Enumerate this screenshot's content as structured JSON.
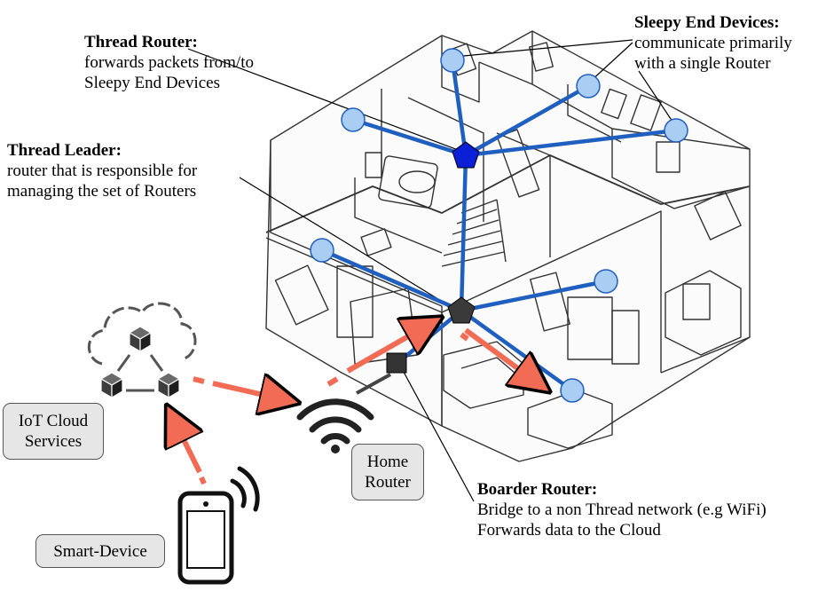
{
  "annotations": {
    "thread_router": {
      "title": "Thread Router:",
      "lines": [
        "forwards packets from/to",
        "Sleepy End Devices"
      ]
    },
    "sleepy_end_devices": {
      "title": "Sleepy End Devices:",
      "lines": [
        "communicate primarily",
        "with a single Router"
      ]
    },
    "thread_leader": {
      "title": "Thread Leader:",
      "lines": [
        "router that is responsible for",
        "managing the set of Routers"
      ]
    },
    "border_router": {
      "title": "Boarder Router:",
      "lines": [
        "Bridge to a non Thread network (e.g WiFi)",
        "Forwards data to the Cloud"
      ]
    }
  },
  "labels": {
    "iot_cloud": [
      "IoT Cloud",
      "Services"
    ],
    "home_router": [
      "Home",
      "Router"
    ],
    "smart_device": "Smart-Device"
  },
  "colors": {
    "mesh_link": "#1f5fbf",
    "end_device_fill": "#a9cdf3",
    "router_fill": "#0a1fd6",
    "leader_fill": "#3a3a3a",
    "border_router_fill": "#333333",
    "data_arrow": "#f26b55",
    "label_box": "#e6e6e6"
  },
  "icons": [
    "cloud-network-icon",
    "wifi-icon",
    "smartphone-icon",
    "house-illustration"
  ]
}
